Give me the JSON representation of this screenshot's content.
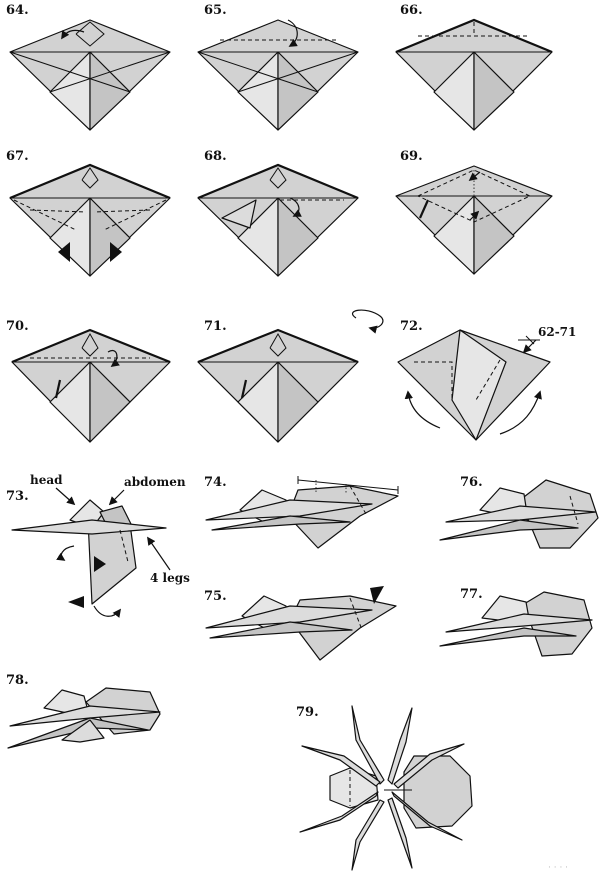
{
  "steps": [
    {
      "id": "64",
      "label": "64."
    },
    {
      "id": "65",
      "label": "65."
    },
    {
      "id": "66",
      "label": "66."
    },
    {
      "id": "67",
      "label": "67."
    },
    {
      "id": "68",
      "label": "68."
    },
    {
      "id": "69",
      "label": "69."
    },
    {
      "id": "70",
      "label": "70."
    },
    {
      "id": "71",
      "label": "71."
    },
    {
      "id": "72",
      "label": "72."
    },
    {
      "id": "73",
      "label": "73."
    },
    {
      "id": "74",
      "label": "74."
    },
    {
      "id": "75",
      "label": "75."
    },
    {
      "id": "76",
      "label": "76."
    },
    {
      "id": "77",
      "label": "77."
    },
    {
      "id": "78",
      "label": "78."
    },
    {
      "id": "79",
      "label": "79."
    }
  ],
  "annotations": {
    "repeat_ref": "62-71",
    "head": "head",
    "abdomen": "abdomen",
    "legs": "4 legs"
  },
  "watermark": "· · · ·"
}
